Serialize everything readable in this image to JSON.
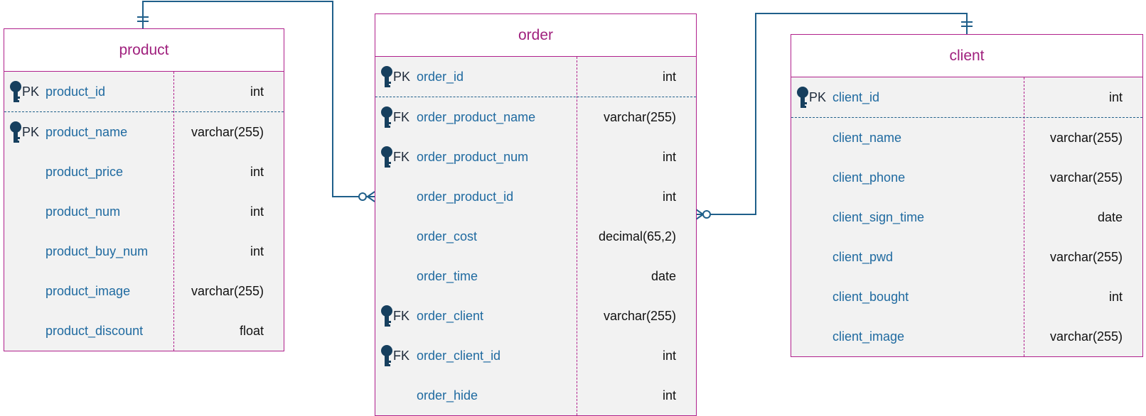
{
  "colors": {
    "entity_border": "#b0208c",
    "entity_title": "#a0217e",
    "field_name": "#1f6aa0",
    "connector": "#1f5f8a",
    "key_icon": "#163f5e"
  },
  "entities": [
    {
      "name": "product",
      "fields": [
        {
          "key": "PK",
          "name": "product_id",
          "type": "int"
        },
        {
          "key": "PK",
          "name": "product_name",
          "type": "varchar(255)"
        },
        {
          "key": "",
          "name": "product_price",
          "type": "int"
        },
        {
          "key": "",
          "name": "product_num",
          "type": "int"
        },
        {
          "key": "",
          "name": "product_buy_num",
          "type": "int"
        },
        {
          "key": "",
          "name": "product_image",
          "type": "varchar(255)"
        },
        {
          "key": "",
          "name": "product_discount",
          "type": "float"
        }
      ]
    },
    {
      "name": "order",
      "fields": [
        {
          "key": "PK",
          "name": "order_id",
          "type": "int"
        },
        {
          "key": "FK",
          "name": "order_product_name",
          "type": "varchar(255)"
        },
        {
          "key": "FK",
          "name": "order_product_num",
          "type": "int"
        },
        {
          "key": "",
          "name": "order_product_id",
          "type": "int"
        },
        {
          "key": "",
          "name": "order_cost",
          "type": "decimal(65,2)"
        },
        {
          "key": "",
          "name": "order_time",
          "type": "date"
        },
        {
          "key": "FK",
          "name": "order_client",
          "type": "varchar(255)"
        },
        {
          "key": "FK",
          "name": "order_client_id",
          "type": "int"
        },
        {
          "key": "",
          "name": "order_hide",
          "type": "int"
        }
      ]
    },
    {
      "name": "client",
      "fields": [
        {
          "key": "PK",
          "name": "client_id",
          "type": "int"
        },
        {
          "key": "",
          "name": "client_name",
          "type": "varchar(255)"
        },
        {
          "key": "",
          "name": "client_phone",
          "type": "varchar(255)"
        },
        {
          "key": "",
          "name": "client_sign_time",
          "type": "date"
        },
        {
          "key": "",
          "name": "client_pwd",
          "type": "varchar(255)"
        },
        {
          "key": "",
          "name": "client_bought",
          "type": "int"
        },
        {
          "key": "",
          "name": "client_image",
          "type": "varchar(255)"
        }
      ]
    }
  ],
  "relationships": [
    {
      "from": "product",
      "to": "order",
      "from_cardinality": "one-and-only-one",
      "to_cardinality": "zero-or-many"
    },
    {
      "from": "client",
      "to": "order",
      "from_cardinality": "one-and-only-one",
      "to_cardinality": "zero-or-many"
    }
  ]
}
